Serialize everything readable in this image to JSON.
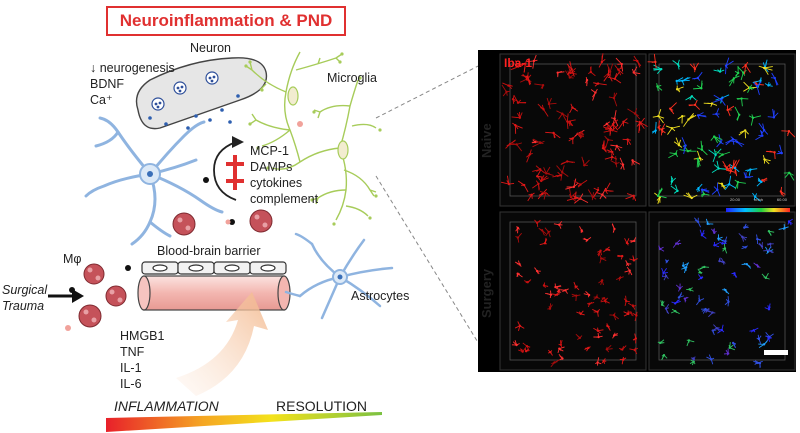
{
  "title": "Neuroinflammation & PND",
  "labels": {
    "neuron": "Neuron",
    "microglia": "Microglia",
    "neurogenesis": "↓ neurogenesis",
    "bdnf": "BDNF",
    "ca": "Ca⁺",
    "mcp1": "MCP-1",
    "damps": "DAMPs",
    "cytokines": "cytokines",
    "complement": "complement",
    "mphi": "Mφ",
    "bbb": "Blood-brain barrier",
    "astrocytes": "Astrocytes",
    "surgical": "Surgical",
    "trauma": "Trauma",
    "hmgb1": "HMGB1",
    "tnf": "TNF",
    "il1": "IL-1",
    "il6": "IL-6"
  },
  "gradient": {
    "inflammation": "INFLAMMATION",
    "resolution": "RESOLUTION",
    "colors": [
      "#e8202a",
      "#f5a623",
      "#f4e21c",
      "#7bc142"
    ]
  },
  "panels": {
    "marker": "Iba-1",
    "row1": "Naive",
    "row2": "Surgery",
    "colorbar_labels": [
      "20.00",
      "hhhh",
      "60.00"
    ]
  },
  "colors": {
    "neuron_body": "#8fb4e0",
    "microglia": "#a7cc5a",
    "vessel": "#f6c4c0",
    "accent_red": "#e03030"
  }
}
